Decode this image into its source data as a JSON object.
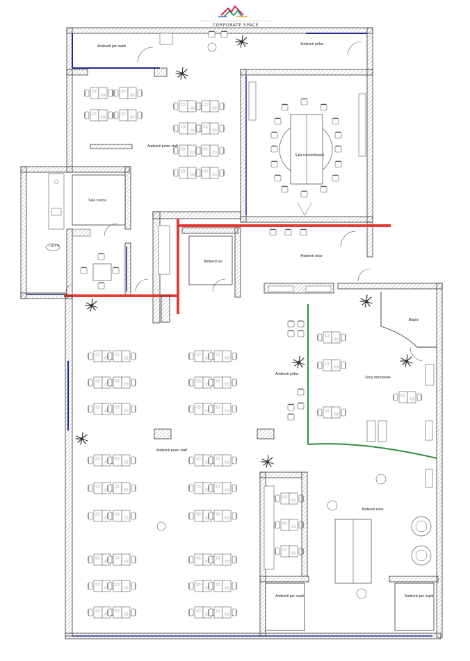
{
  "brand": {
    "logo_text": "CORPORATE SPACE",
    "colors": [
      "#e0195a",
      "#1f8f5a",
      "#2a6bd1",
      "#f5a623"
    ]
  },
  "palette": {
    "red_line": "#e53935",
    "green_line": "#2e8b3a",
    "blue_glass": "#1e2a8c"
  },
  "rooms": {
    "r1": "Ambienti per ospiti",
    "r2": "Ambienti pr/fax",
    "r3": "Ambienti posto staff",
    "r4": "Sala riunioni/board",
    "r5": "Cucina",
    "r6": "Sala cucina",
    "r7": "Ambienti wc",
    "r8": "Ambienti relax",
    "r9": "Ambienti posto staff",
    "r10": "Zona direzionale",
    "r11": "Ambienti relax",
    "r12": "Bagno",
    "r13": "Ambienti pr/fax",
    "r14": "Ambienti per ospiti",
    "r15": "Ambienti per ospiti"
  }
}
